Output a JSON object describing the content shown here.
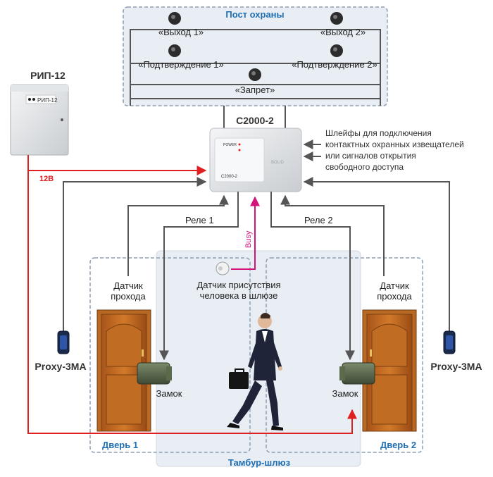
{
  "zones": {
    "post": "Пост охраны",
    "door1": "Дверь 1",
    "door2": "Дверь 2",
    "airlock": "Тамбур-шлюз"
  },
  "buttons": {
    "exit1": "«Выход 1»",
    "exit2": "«Выход 2»",
    "confirm1": "«Подтверждение 1»",
    "confirm2": "«Подтверждение 2»",
    "ban": "«Запрет»"
  },
  "devices": {
    "psu": "РИП-12",
    "psu_panel": "РИП-12",
    "controller": "С2000-2",
    "controller_panel_top": "POWER",
    "controller_panel_bottom": "С2000-2",
    "controller_brand": "BOLID",
    "reader_left": "Proxy-3MA",
    "reader_right": "Proxy-3MA"
  },
  "labels": {
    "loops_line1": "Шлейфы для подключения",
    "loops_line2": "контактных охранных извещателей",
    "loops_line3": "или сигналов открытия",
    "loops_line4": "свободного доступа",
    "voltage": "12В",
    "relay1": "Реле 1",
    "relay2": "Реле 2",
    "busy": "Busy",
    "presence_line1": "Датчик присутствия",
    "presence_line2": "человека в шлюзе",
    "pass_sensor_left_1": "Датчик",
    "pass_sensor_left_2": "прохода",
    "pass_sensor_right_1": "Датчик",
    "pass_sensor_right_2": "прохода",
    "lock_left": "Замок",
    "lock_right": "Замок"
  },
  "colors": {
    "zone_border": "#8aa0b5",
    "zone_fill": "#e8eef3",
    "wire": "#555555",
    "power_wire": "#e02020",
    "busy_wire": "#d4147a",
    "zone_title": "#1f6fb2"
  }
}
